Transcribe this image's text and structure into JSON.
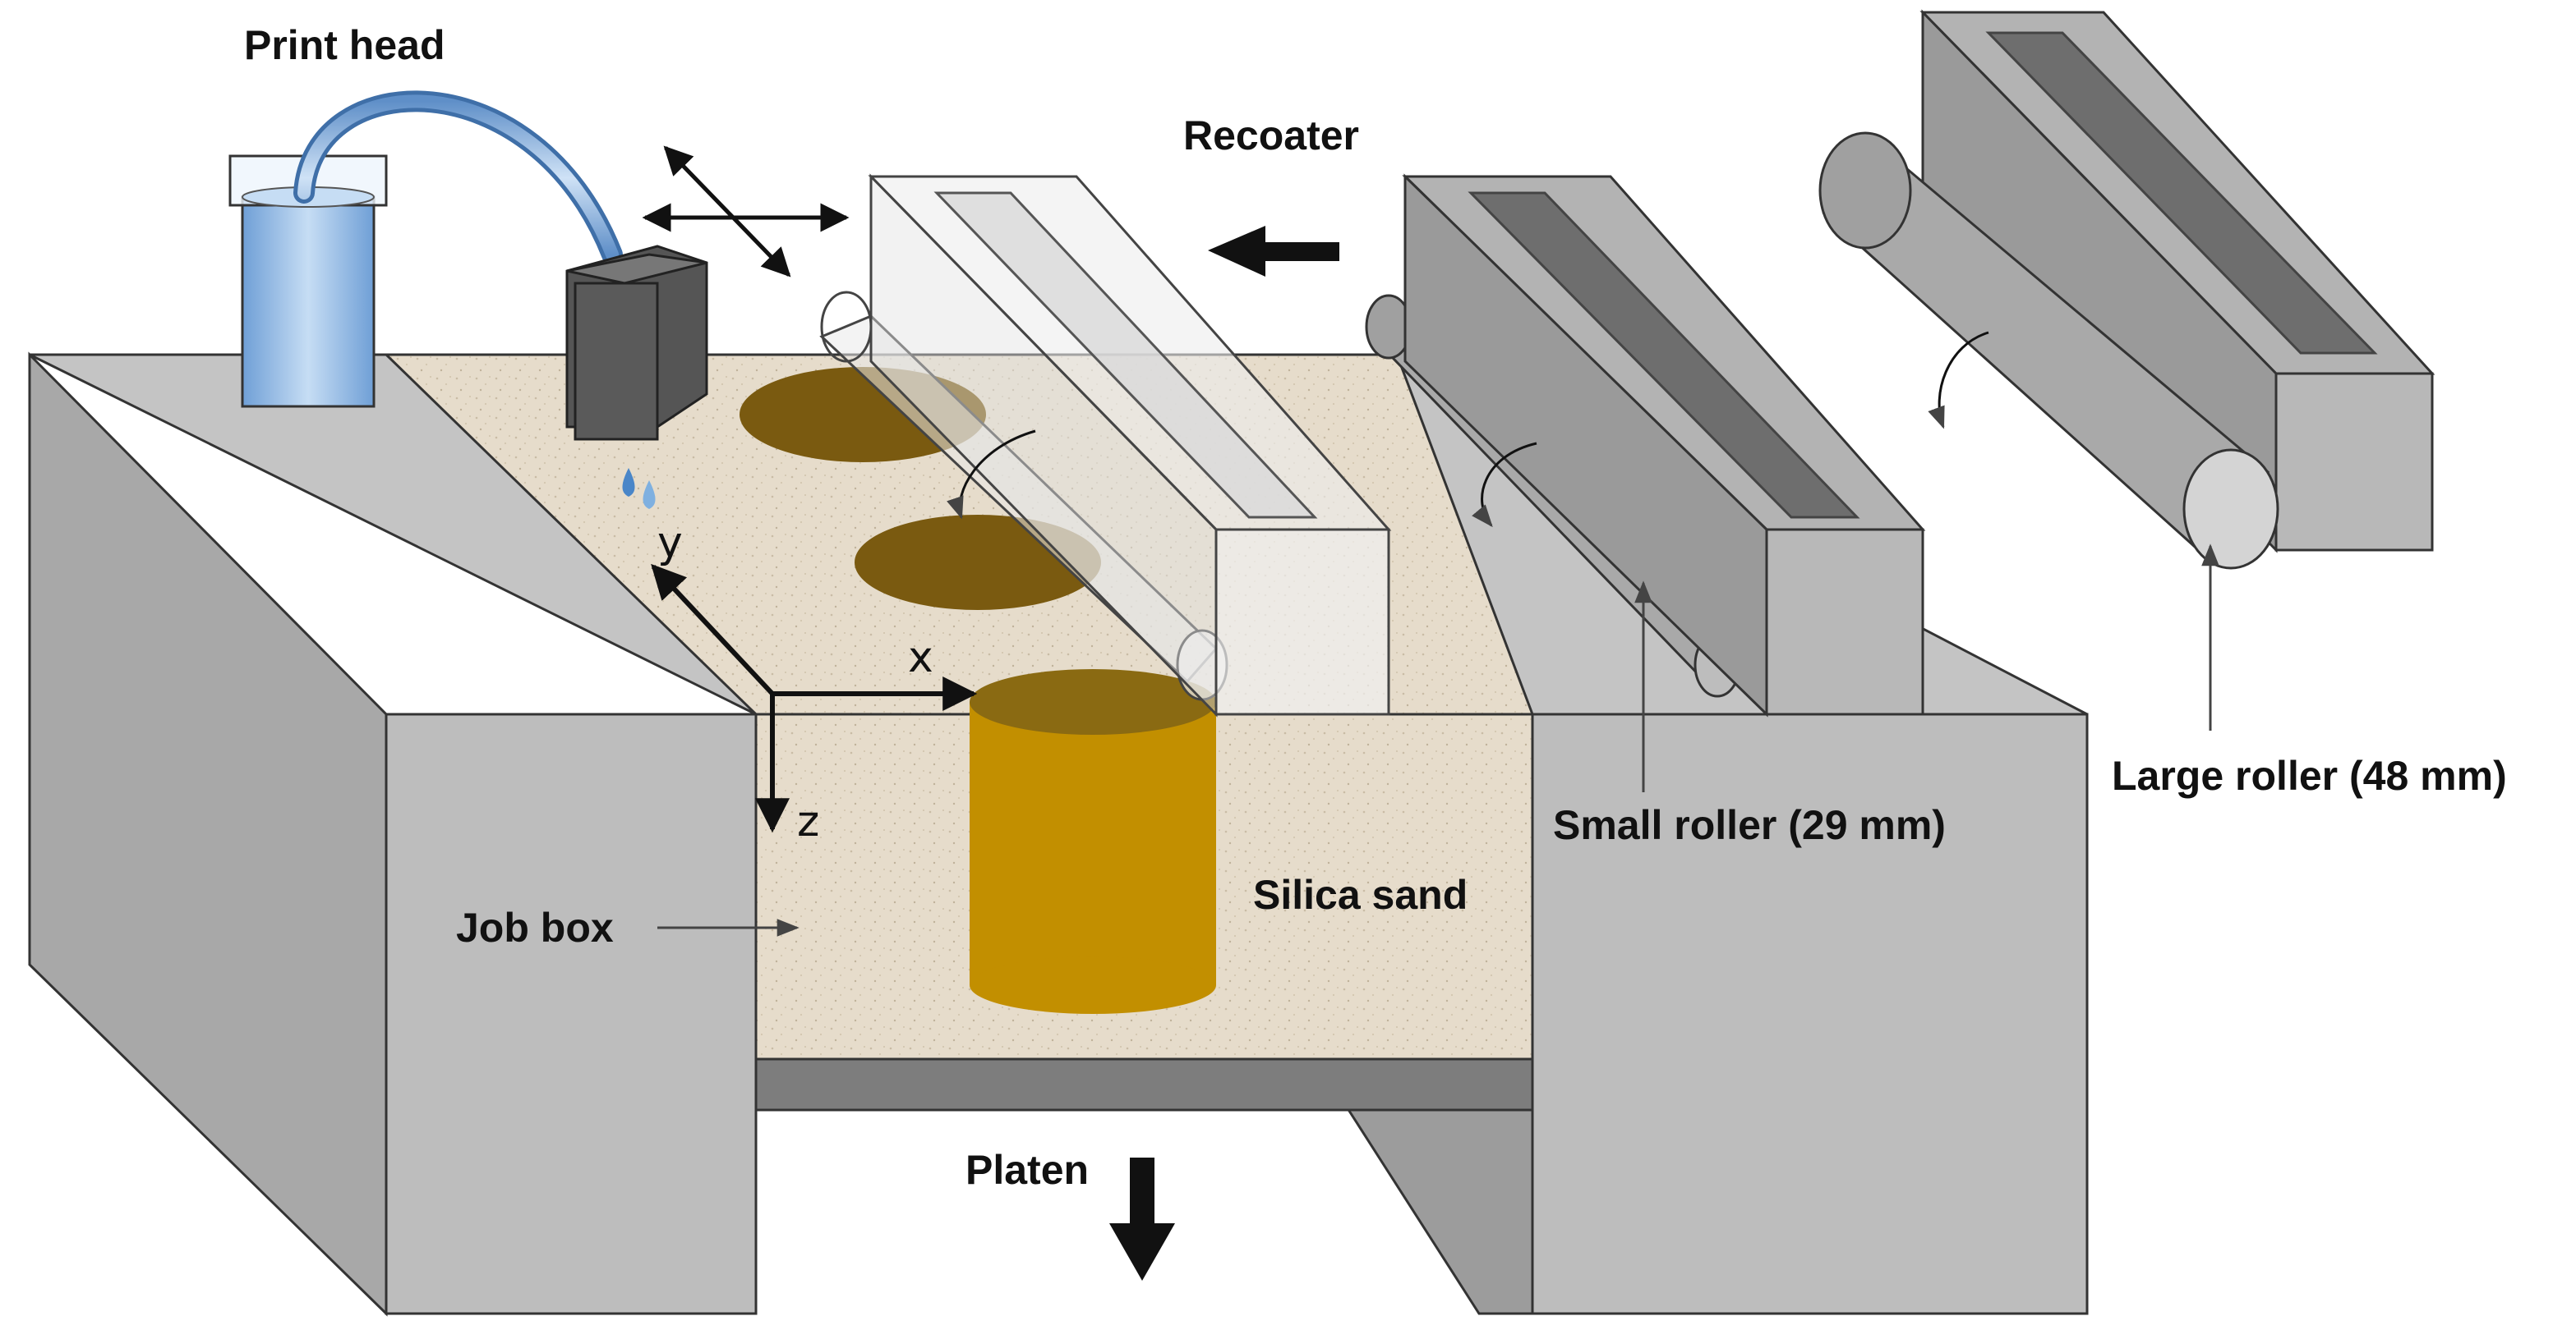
{
  "labels": {
    "print_head": "Print head",
    "recoater": "Recoater",
    "small_roller": "Small roller (29 mm)",
    "large_roller": "Large roller (48 mm)",
    "silica_sand": "Silica sand",
    "job_box": "Job box",
    "platen": "Platen"
  },
  "axes": {
    "x": "x",
    "y": "y",
    "z": "z"
  },
  "colors": {
    "machine_gray": "#bdbdbd",
    "machine_dark": "#8a8a8a",
    "sand": "#e6dccb",
    "binder_dark": "#7a5a10",
    "binder_part": "#c28f00",
    "liquid": "#9fc3e8",
    "roller_gray": "#a9a9a9"
  }
}
